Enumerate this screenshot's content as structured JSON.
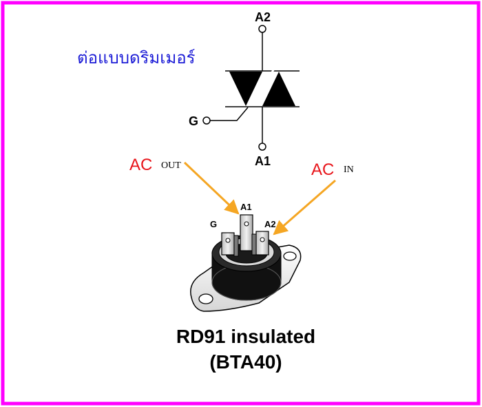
{
  "thai_note": "ต่อแบบดริมเมอร์",
  "symbol": {
    "a2_label": "A2",
    "a1_label": "A1",
    "g_label": "G"
  },
  "ac_out": {
    "main": "AC",
    "sub": "OUT"
  },
  "ac_in": {
    "main": "AC",
    "sub": "IN"
  },
  "package_pins": {
    "a1": "A1",
    "g": "G",
    "a2": "A2"
  },
  "caption": {
    "line1": "RD91 insulated",
    "line2": "(BTA40)"
  },
  "colors": {
    "frame": "#ff00ff",
    "arrow": "#f5a623",
    "ac_label": "#e8141a",
    "thai_text": "#1a1ad6"
  }
}
